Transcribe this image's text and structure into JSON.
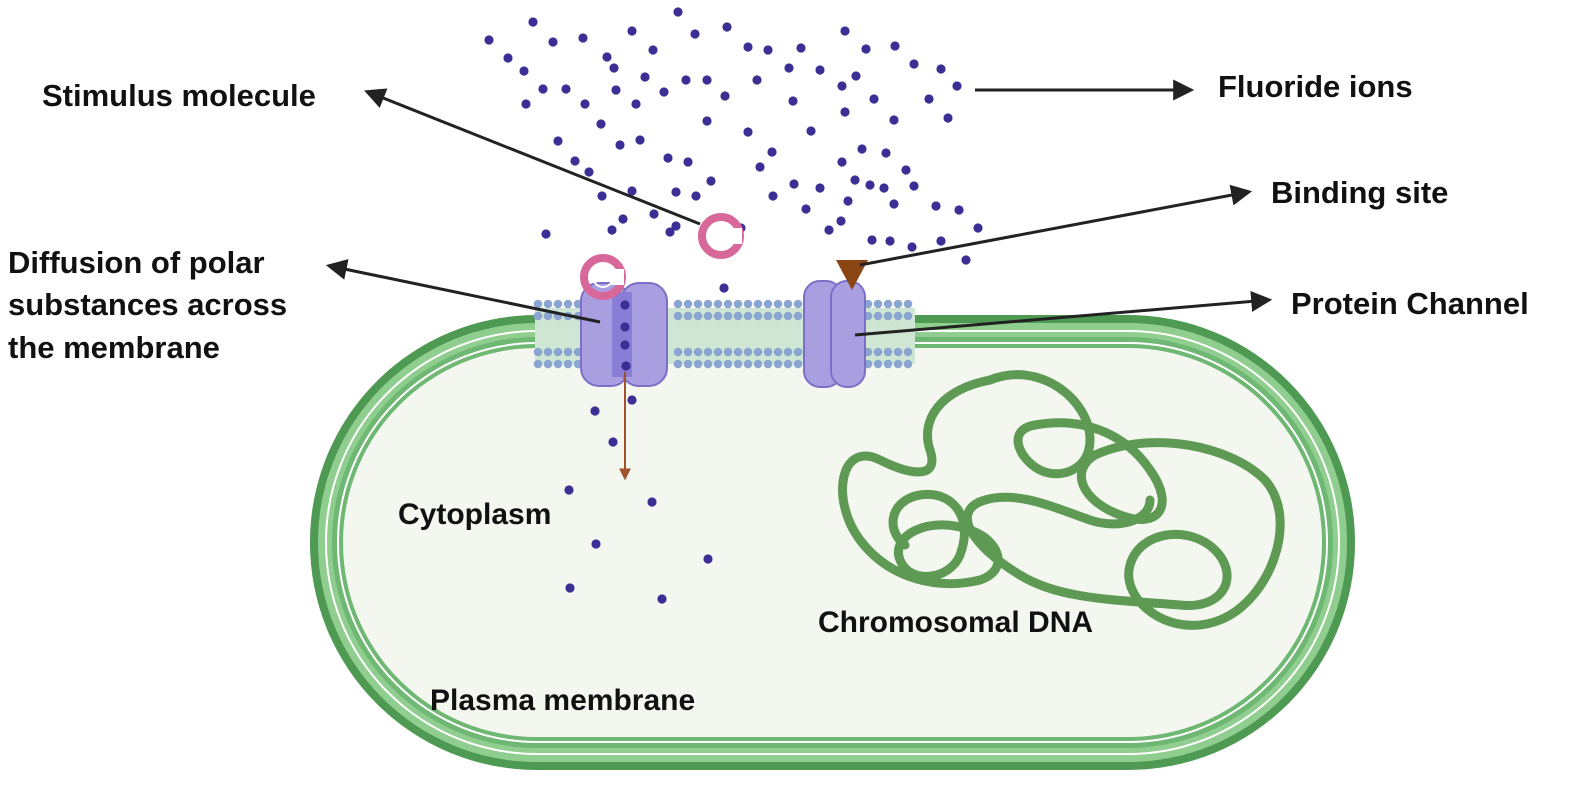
{
  "labels": {
    "stimulus_molecule": "Stimulus molecule",
    "fluoride_ions": "Fluoride ions",
    "binding_site": "Binding site",
    "diffusion_line1": "Diffusion of polar",
    "diffusion_line2": "substances across",
    "diffusion_line3": "the membrane",
    "protein_channel": "Protein Channel",
    "cytoplasm": "Cytoplasm",
    "chromosomal_dna": "Chromosomal DNA",
    "plasma_membrane": "Plasma membrane"
  },
  "colors": {
    "cell_outer": "#4e9a52",
    "cell_wall_light": "#8fce8f",
    "cytoplasm_fill": "#f3f7f0",
    "dna": "#5f9a55",
    "lipid_head": "#8aa6d0",
    "channel_fill": "#a99ee0",
    "channel_stroke": "#7d6fc8",
    "ion": "#3b2e94",
    "stimulus": "#d9689a",
    "binding_site": "#8b4513",
    "arrow": "#222222",
    "flow_arrow": "#a0522d"
  },
  "icons": {
    "stimulus": "stimulus-molecule-icon",
    "binding": "binding-site-icon",
    "channel": "protein-channel-icon",
    "ion": "fluoride-ion-icon"
  }
}
